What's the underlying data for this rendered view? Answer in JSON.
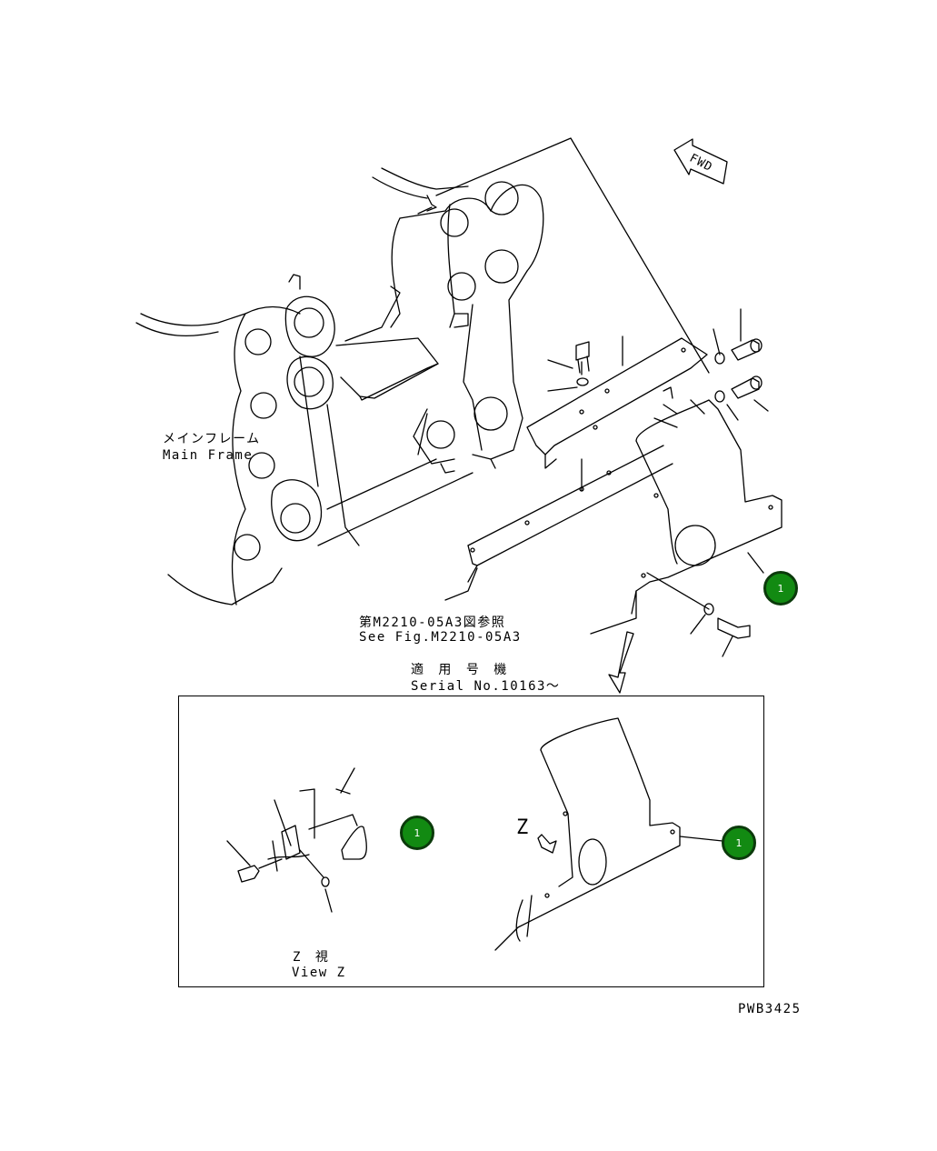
{
  "labels": {
    "main_frame_jp": "メインフレーム",
    "main_frame_en": "Main Frame",
    "see_fig_jp": "第M2210-05A3図参照",
    "see_fig_en": "See Fig.M2210-05A3",
    "serial_jp": "適 用 号 機",
    "serial_en": "Serial No.10163～",
    "view_z_jp": "Z 視",
    "view_z_en": "View Z",
    "z_letter": "Z",
    "fwd": "FWD",
    "drawing_id": "PWB3425"
  },
  "callouts": [
    {
      "number": "1"
    },
    {
      "number": "1"
    },
    {
      "number": "1"
    }
  ],
  "colors": {
    "callout_fill": "#128a12",
    "callout_border": "#0b3a0b",
    "line": "#000000"
  }
}
